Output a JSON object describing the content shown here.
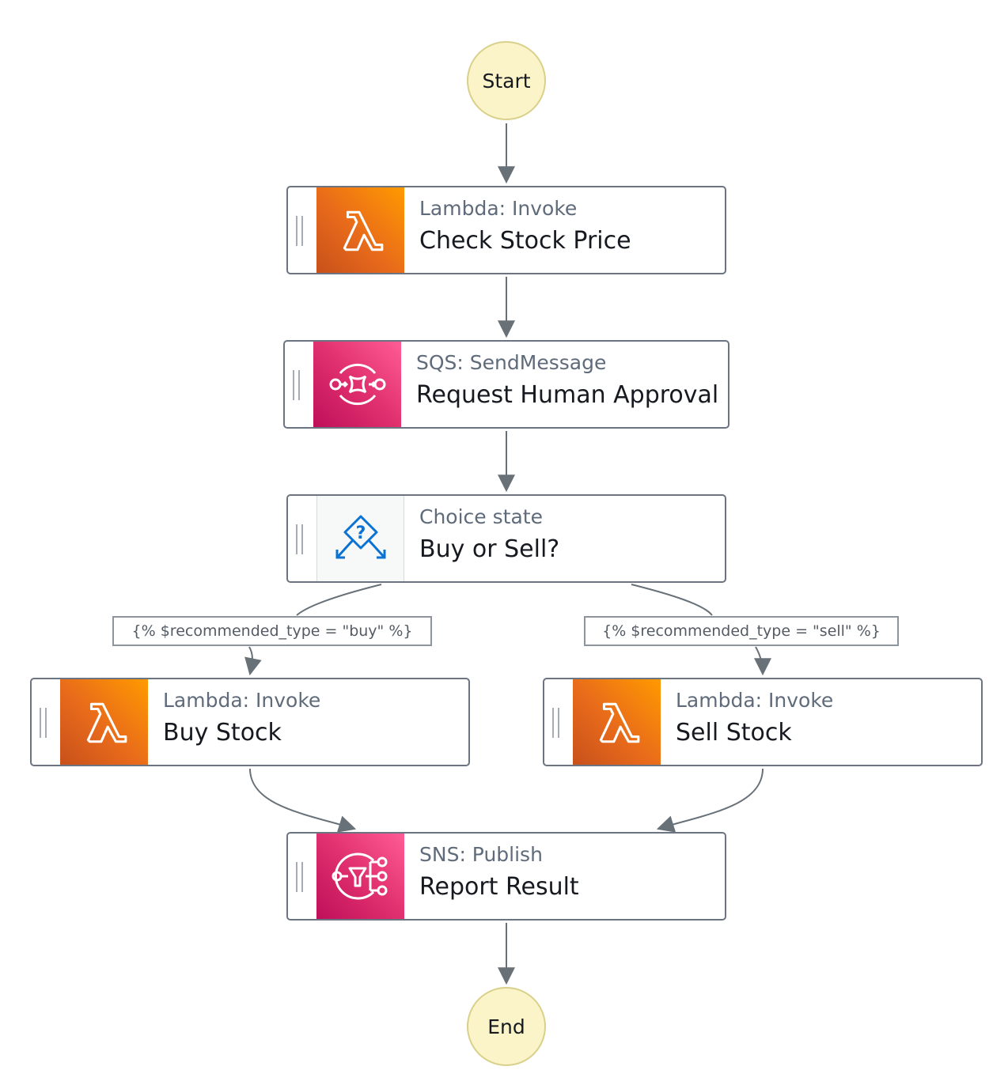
{
  "start": "Start",
  "end": "End",
  "states": {
    "check_stock_price": {
      "service": "Lambda: Invoke",
      "name": "Check Stock Price",
      "icon": "lambda-icon"
    },
    "request_human_approval": {
      "service": "SQS: SendMessage",
      "name": "Request Human Approval",
      "icon": "sqs-icon"
    },
    "buy_or_sell": {
      "service": "Choice state",
      "name": "Buy or Sell?",
      "icon": "choice-icon"
    },
    "buy_stock": {
      "service": "Lambda: Invoke",
      "name": "Buy Stock",
      "icon": "lambda-icon"
    },
    "sell_stock": {
      "service": "Lambda: Invoke",
      "name": "Sell Stock",
      "icon": "lambda-icon"
    },
    "report_result": {
      "service": "SNS: Publish",
      "name": "Report Result",
      "icon": "sns-icon"
    }
  },
  "conditions": {
    "buy": "{% $recommended_type = \"buy\" %}",
    "sell": "{% $recommended_type = \"sell\" %}"
  },
  "colors": {
    "edge": "#687078",
    "lambda": "#ed7100",
    "messaging": "#e7157b",
    "choice": "#0972d3",
    "terminal_fill": "#faf4c8"
  }
}
